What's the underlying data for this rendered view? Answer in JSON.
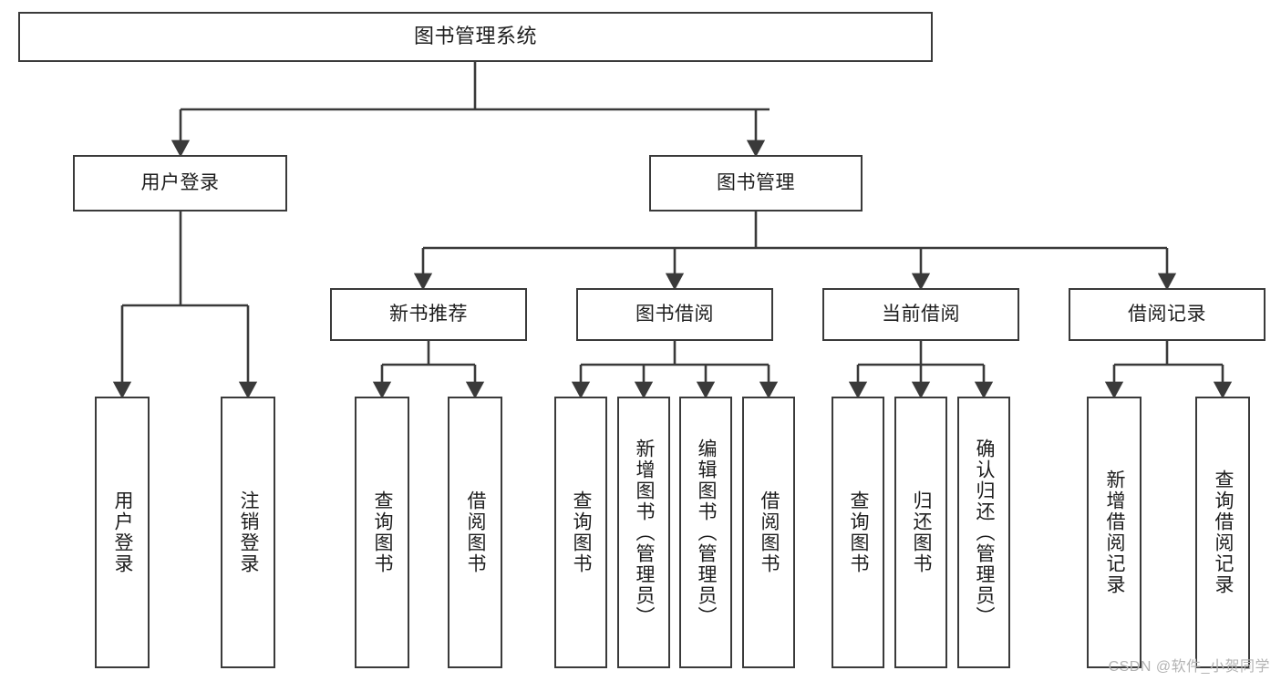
{
  "diagram": {
    "title": "图书管理系统",
    "type": "tree-hierarchy",
    "root": {
      "label": "图书管理系统"
    },
    "level2": [
      {
        "label": "用户登录"
      },
      {
        "label": "图书管理"
      }
    ],
    "level3": [
      {
        "label": "新书推荐"
      },
      {
        "label": "图书借阅"
      },
      {
        "label": "当前借阅"
      },
      {
        "label": "借阅记录"
      }
    ],
    "leaves": {
      "user_login": [
        {
          "label": "用户登录"
        },
        {
          "label": "注销登录"
        }
      ],
      "new_book_recommend": [
        {
          "label": "查询图书"
        },
        {
          "label": "借阅图书"
        }
      ],
      "book_borrow": [
        {
          "label": "查询图书"
        },
        {
          "label": "新增图书（管理员）"
        },
        {
          "label": "编辑图书（管理员）"
        },
        {
          "label": "借阅图书"
        }
      ],
      "current_borrow": [
        {
          "label": "查询图书"
        },
        {
          "label": "归还图书"
        },
        {
          "label": "确认归还（管理员）"
        }
      ],
      "borrow_record": [
        {
          "label": "新增借阅记录"
        },
        {
          "label": "查询借阅记录"
        }
      ]
    }
  },
  "watermark": {
    "text": "CSDN @软件_小贺同学"
  },
  "colors": {
    "stroke": "#3a3a3a",
    "text": "#1d1d1d",
    "background": "#ffffff",
    "watermark": "#b3b3b3"
  }
}
